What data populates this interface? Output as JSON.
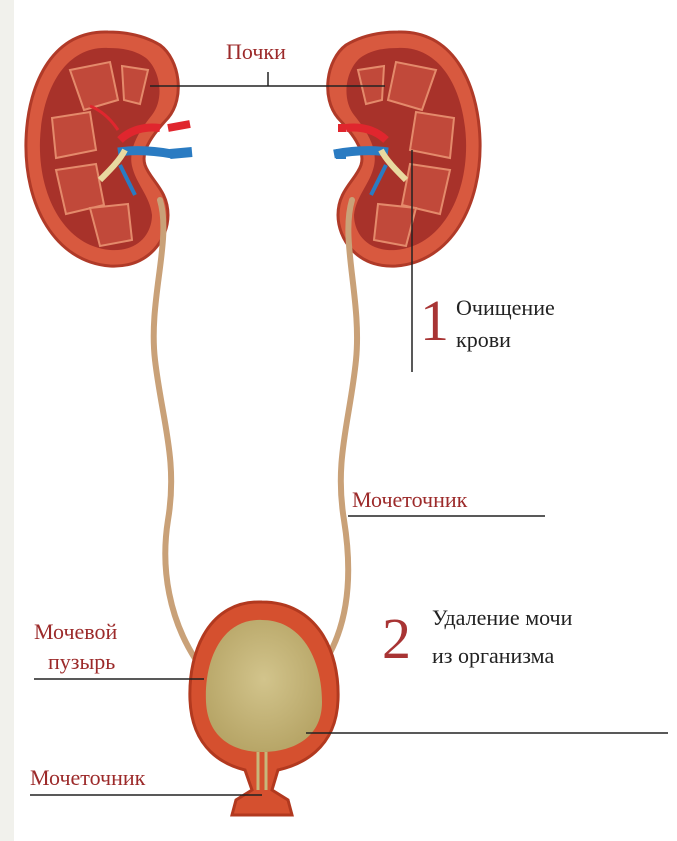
{
  "labels": {
    "kidneys": "Почки",
    "step1_number": "1",
    "step1_line1": "Очищение",
    "step1_line2": "крови",
    "ureter": "Мочеточник",
    "bladder_line1": "Мочевой",
    "bladder_line2": "пузырь",
    "step2_number": "2",
    "step2_line1": "Удаление мочи",
    "step2_line2": "из организма",
    "urethra": "Мочеточник"
  },
  "colors": {
    "kidney_outer": "#d8593f",
    "kidney_inner": "#a8322a",
    "artery": "#e0262e",
    "vein": "#2a7bc2",
    "ureter": "#c9a178",
    "bladder_wall": "#d5502f",
    "bladder_inner": "#c7b77a",
    "label_red": "#9c2a2a",
    "leader_line": "#222222"
  }
}
